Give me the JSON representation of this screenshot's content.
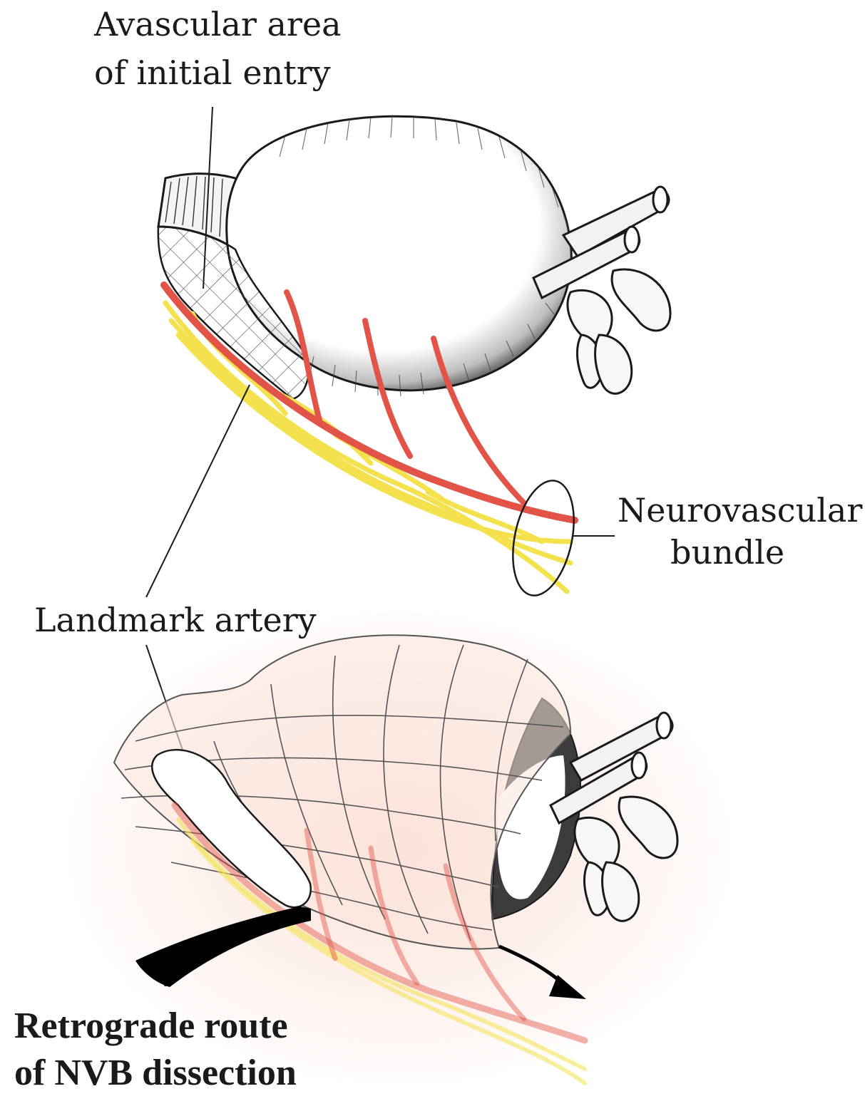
{
  "labels": {
    "avascular_line1": "Avascular area",
    "avascular_line2": "of initial entry",
    "nvb_line1": "Neurovascular",
    "nvb_line2": "bundle",
    "landmark": "Landmark artery",
    "route_line1": "Retrograde route",
    "route_line2": "of NVB dissection"
  },
  "colors": {
    "artery": "#e25448",
    "nerve": "#f3e24d",
    "fascia_tint": "#fbe3dc",
    "ink": "#1a1a1a",
    "instrument": "#000000"
  },
  "icons": {
    "instrument": "dissecting-forceps-icon",
    "direction": "curved-arrow-icon"
  }
}
